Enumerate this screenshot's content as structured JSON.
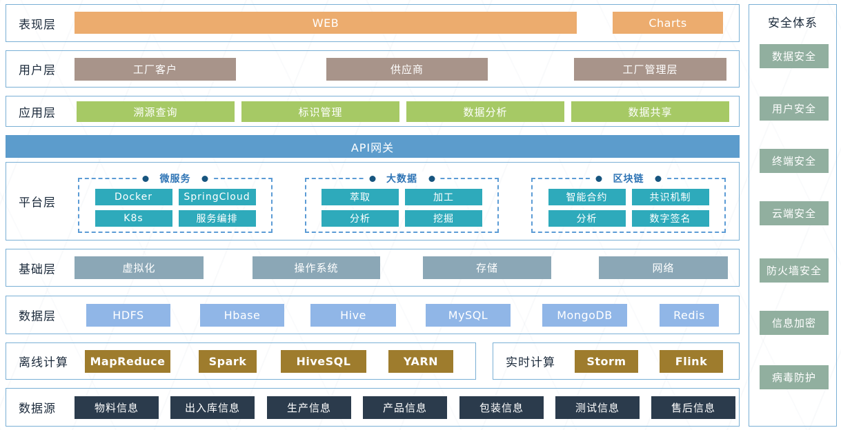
{
  "presentation": {
    "label": "表现层",
    "items": [
      "WEB",
      "Charts"
    ]
  },
  "user": {
    "label": "用户层",
    "items": [
      "工厂客户",
      "供应商",
      "工厂管理层"
    ]
  },
  "application": {
    "label": "应用层",
    "items": [
      "溯源查询",
      "标识管理",
      "数据分析",
      "数据共享"
    ]
  },
  "api_gateway": {
    "label": "API网关"
  },
  "platform": {
    "label": "平台层",
    "groups": [
      {
        "title": "微服务",
        "items": [
          "Docker",
          "SpringCloud",
          "K8s",
          "服务编排"
        ]
      },
      {
        "title": "大数据",
        "items": [
          "萃取",
          "加工",
          "分析",
          "挖掘"
        ]
      },
      {
        "title": "区块链",
        "items": [
          "智能合约",
          "共识机制",
          "分析",
          "数字签名"
        ]
      }
    ]
  },
  "infrastructure": {
    "label": "基础层",
    "items": [
      "虚拟化",
      "操作系统",
      "存储",
      "网络"
    ]
  },
  "data_layer": {
    "label": "数据层",
    "items": [
      "HDFS",
      "Hbase",
      "Hive",
      "MySQL",
      "MongoDB",
      "Redis"
    ]
  },
  "offline": {
    "label": "离线计算",
    "items": [
      "MapReduce",
      "Spark",
      "HiveSQL",
      "YARN"
    ]
  },
  "realtime": {
    "label": "实时计算",
    "items": [
      "Storm",
      "Flink"
    ]
  },
  "datasource": {
    "label": "数据源",
    "items": [
      "物料信息",
      "出入库信息",
      "生产信息",
      "产品信息",
      "包装信息",
      "测试信息",
      "售后信息"
    ]
  },
  "security": {
    "title": "安全体系",
    "items": [
      "数据安全",
      "用户安全",
      "终端安全",
      "云端安全",
      "防火墙安全",
      "信息加密",
      "病毒防护"
    ]
  },
  "colors": {
    "panel_border": "#79AFD5",
    "label_navy": "#1B2A3B",
    "orange": "#ECAC6E",
    "taupe": "#A8948A",
    "green": "#A6C965",
    "api_blue": "#5C9CCC",
    "teal": "#2EAABB",
    "slate": "#8BA7B6",
    "light_blue": "#90B6E7",
    "gold": "#9E7C2D",
    "dark_navy": "#2B3B4C",
    "sage": "#91AF9F",
    "dashed_blue": "#5B9BD5",
    "group_title_blue": "#2E74B5"
  }
}
